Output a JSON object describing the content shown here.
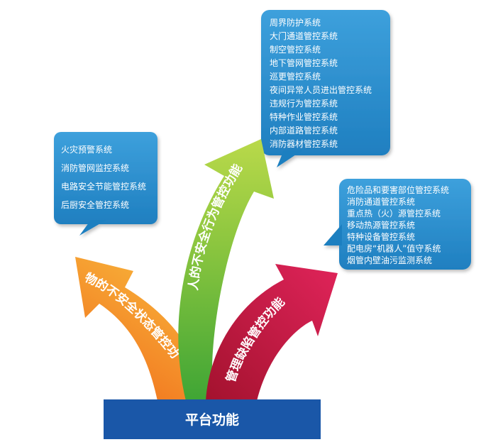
{
  "platform": {
    "label": "平台功能"
  },
  "arrows": [
    {
      "id": "orange",
      "label": "物的不安全状态管控功能",
      "color": "#f08c1e"
    },
    {
      "id": "green",
      "label": "人的不安全行为管控功能",
      "color": "#8cc63f"
    },
    {
      "id": "red",
      "label": "管理缺陷管控功能",
      "color": "#c8163c"
    }
  ],
  "bubbles": {
    "left": {
      "items": [
        "火灾预警系统",
        "消防管网监控系统",
        "电路安全节能管控系统",
        "后厨安全管控系统"
      ]
    },
    "top": {
      "items": [
        "周界防护系统",
        "大门通道管控系统",
        "制空管控系统",
        "地下管网管控系统",
        "巡更管控系统",
        "夜间异常人员进出管控系统",
        "违规行为管控系统",
        "特种作业管控系统",
        "内部道路管控系统",
        "消防器材管控系统"
      ]
    },
    "right": {
      "items": [
        "危险品和要害部位管控系统",
        "消防通道管控系统",
        "重点热（火）源管控系统",
        "移动热源管控系统",
        "特种设备管控系统",
        "配电房“机器人”值守系统",
        "烟管内壁油污监测系统"
      ]
    }
  },
  "colors": {
    "bubble": "#2e8fcc",
    "platform": "#1a57a8"
  }
}
